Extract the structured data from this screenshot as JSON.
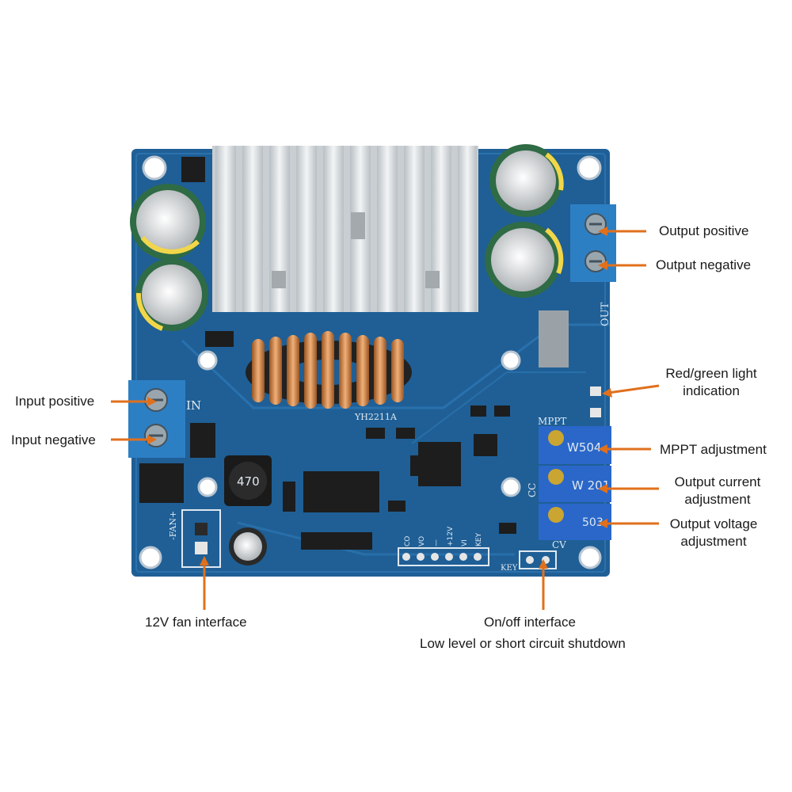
{
  "colors": {
    "pcb": "#1f5f96",
    "pcb_dark": "#174c7a",
    "heatsink": "#d9dde0",
    "copper": "#c8783a",
    "terminal": "#2d7fc4",
    "callout": "#e0701c",
    "capacitor": "#2f6b45",
    "potentiometer": "#2a67c9"
  },
  "annotations": {
    "output_positive": "Output positive",
    "output_negative": "Output negative",
    "red_green_light": "Red/green light indication",
    "mppt_adjustment": "MPPT adjustment",
    "output_current": "Output current adjustment",
    "output_voltage": "Output voltage adjustment",
    "input_positive": "Input positive",
    "input_negative": "Input negative",
    "fan_interface": "12V fan interface",
    "onoff_line1": "On/off interface",
    "onoff_line2": "Low level or short circuit shutdown"
  },
  "board": {
    "inductor_marking": "YH2211A",
    "small_inductor_marking": "470",
    "label_in": "IN",
    "label_out": "OUT",
    "label_fan": "-FAN+",
    "label_mppt": "MPPT",
    "label_cc": "CC",
    "label_cv": "CV",
    "label_key": "KEY",
    "pot_mppt": "W504",
    "pot_cc": "W 201",
    "pot_cv": "503",
    "header_pins": [
      "CO",
      "VO",
      "—",
      "+12V",
      "VI",
      "KEY"
    ]
  }
}
